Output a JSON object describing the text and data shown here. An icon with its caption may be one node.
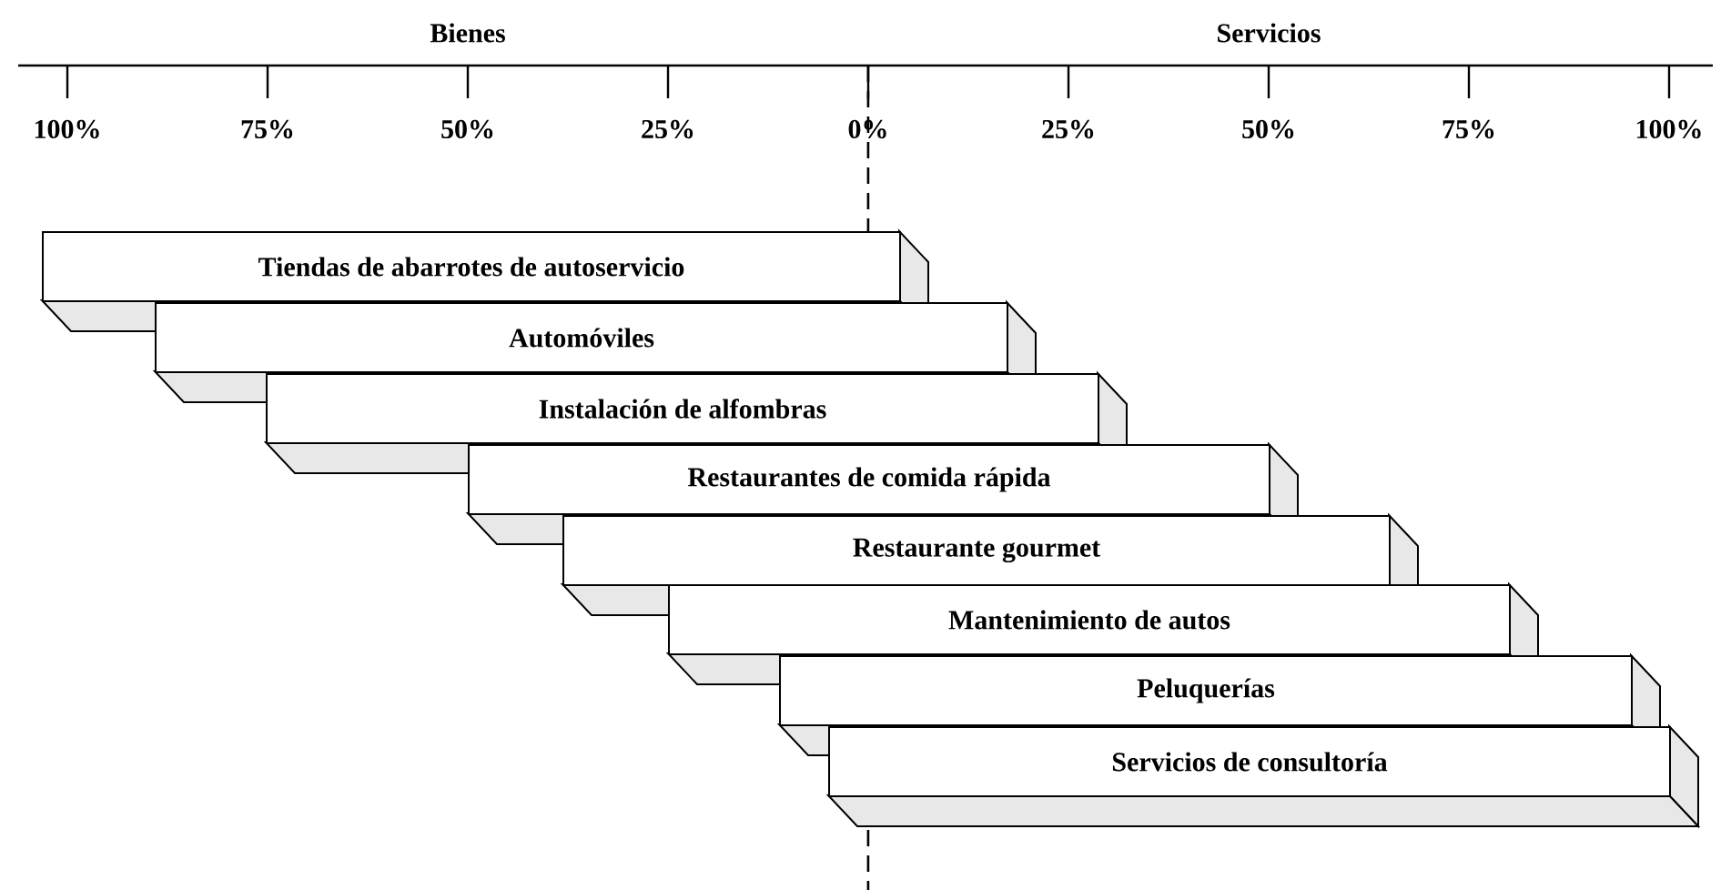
{
  "diagram": {
    "nodes": [
      {
        "text": [
          "Tiendas de abarrotes de autoservicio"
        ]
      },
      {
        "text": [
          "Automóviles"
        ]
      },
      {
        "text": [
          "Instalación de alfombras"
        ]
      },
      {
        "text": [
          "Restaurantes de comida rápida"
        ]
      },
      {
        "text": [
          "Restaurante gourmet"
        ]
      },
      {
        "text": [
          "Mantenimiento de autos"
        ]
      },
      {
        "text": [
          "Peluquerías"
        ]
      },
      {
        "text": [
          "Servicios de consultoría"
        ]
      }
    ],
    "labels": [
      "Bienes",
      "Servicios",
      "100%",
      "75%",
      "50%",
      "25%",
      "0%",
      "25%",
      "50%",
      "75%",
      "100%"
    ]
  }
}
